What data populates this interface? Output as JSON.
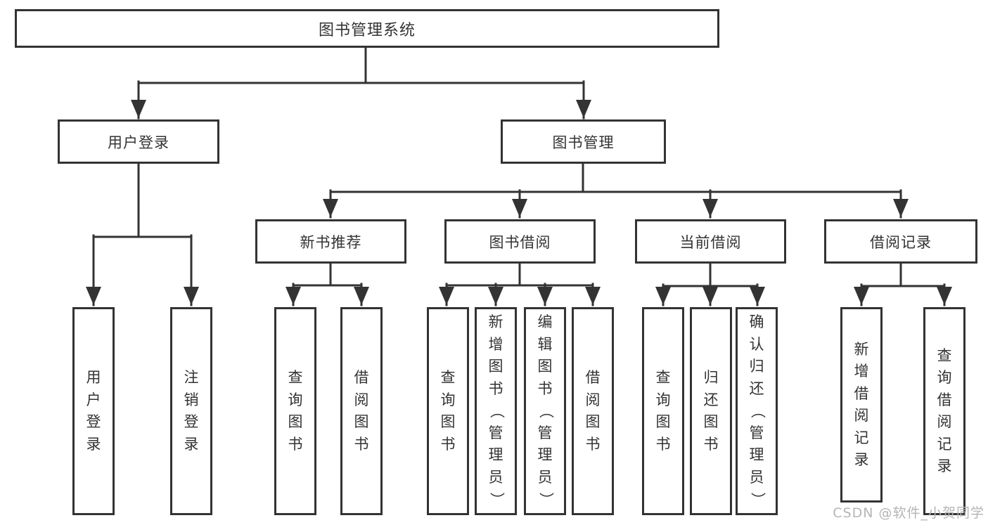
{
  "diagram": {
    "root": "图书管理系统",
    "level2": {
      "user_login": "用户登录",
      "book_mgmt": "图书管理"
    },
    "level3": {
      "new_book_rec": "新书推荐",
      "book_borrow": "图书借阅",
      "current_borrow": "当前借阅",
      "borrow_record": "借阅记录"
    },
    "leaves": {
      "login_user_login": "用户登录",
      "login_logout": "注销登录",
      "rec_query_book": "查询图书",
      "rec_borrow_book": "借阅图书",
      "bor_query_book": "查询图书",
      "bor_add_book": "新增图书（管理员）",
      "bor_edit_book": "编辑图书（管理员）",
      "bor_borrow_book": "借阅图书",
      "cur_query_book": "查询图书",
      "cur_return_book": "归还图书",
      "cur_confirm_return": "确认归还（管理员）",
      "log_add_record": "新增借阅记录",
      "log_query_record": "查询借阅记录"
    }
  },
  "watermark": "CSDN @软件_小贺同学",
  "colors": {
    "line": "#333333",
    "text": "#333333",
    "box_fill": "#ffffff",
    "watermark": "#b5b5b5",
    "background": "#ffffff"
  }
}
